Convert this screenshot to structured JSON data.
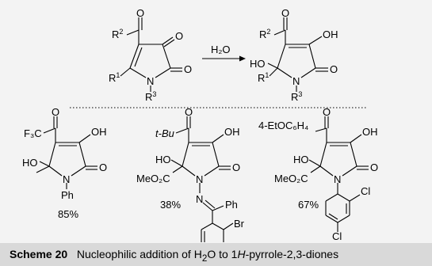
{
  "reagent": "H₂O",
  "atoms": {
    "O": "O",
    "OH": "OH",
    "HO": "HO",
    "N": "N",
    "Ph": "Ph",
    "Br": "Br",
    "Cl": "Cl",
    "R1": "R",
    "R1_sup": "1",
    "R2": "R",
    "R2_sup": "2",
    "R3": "R",
    "R3_sup": "3",
    "F3C": "F₃C",
    "tBu": "t-Bu",
    "MeO2C": "MeO₂C",
    "EtOC6H4": "4-EtOC₆H₄"
  },
  "yields": {
    "p1": "85%",
    "p2": "38%",
    "p3": "67%"
  },
  "caption": {
    "label": "Scheme 20",
    "pre": "Nucleophilic addition of H",
    "sub": "2",
    "mid": "O to 1",
    "italic": "H",
    "post": "-pyrrole-2,3-diones"
  }
}
